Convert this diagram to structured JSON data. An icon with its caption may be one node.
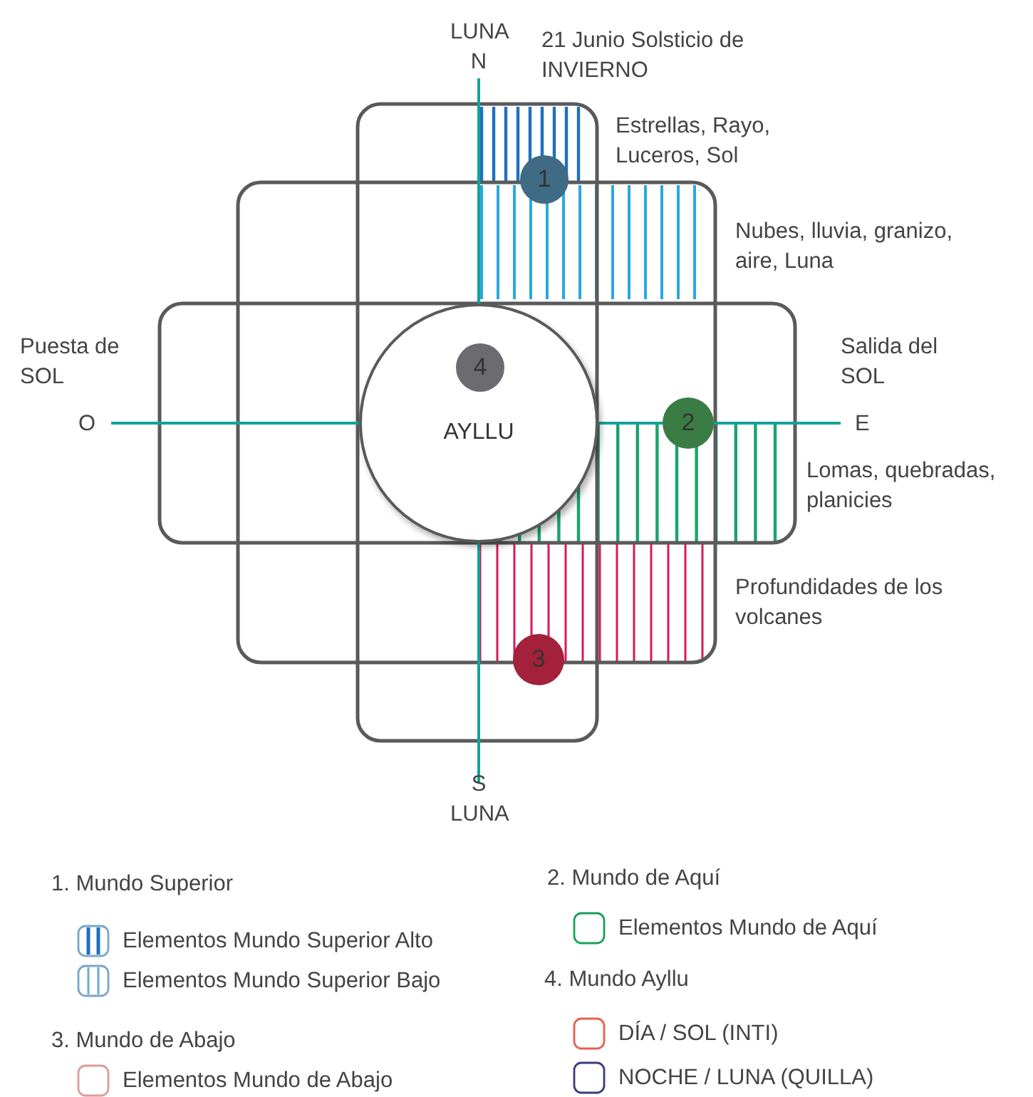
{
  "diagram": {
    "nodes": [
      {
        "text": [
          "AYLLU"
        ]
      },
      {
        "text": [
          "4"
        ],
        "in": 0
      },
      {
        "text": [
          "1"
        ]
      },
      {
        "text": [
          "2"
        ]
      },
      {
        "text": [
          "3"
        ]
      }
    ],
    "labels": [
      "LUNA",
      "N",
      "21 Junio Solsticio de INVIERNO",
      "Estrellas, Rayo, Luceros, Sol",
      "Nubes, lluvia, granizo, aire, Luna",
      "Puesta de SOL",
      "Salida del SOL",
      "O",
      "E",
      "Lomas, quebradas, planicies",
      "Profundidades de los volcanes",
      "S",
      "LUNA",
      "1. Mundo Superior",
      "2. Mundo de Aquí",
      "4. Mundo Ayllu",
      "3. Mundo de Abajo"
    ],
    "legend": [
      {
        "text": "Elementos Mundo Superior Alto"
      },
      {
        "text": "Elementos Mundo Superior Bajo"
      },
      {
        "text": "Elementos Mundo de Aquí",
        "color": "#1aa05a"
      },
      {
        "text": "Elementos Mundo de Abajo",
        "color": "#e09a9a"
      },
      {
        "text": "DÍA / SOL (INTI)",
        "color": "#e8604f"
      },
      {
        "text": "NOCHE / LUNA (QUILLA)",
        "color": "#3d3a80"
      }
    ]
  }
}
